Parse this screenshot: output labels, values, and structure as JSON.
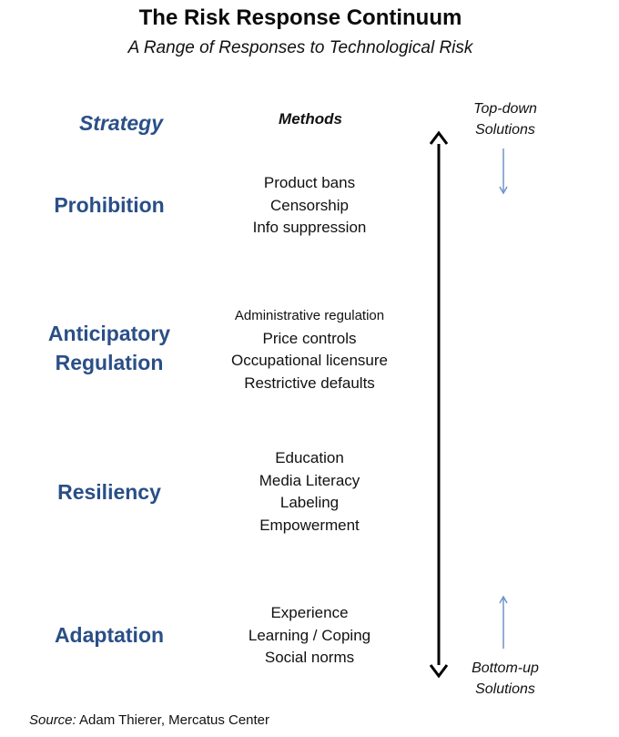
{
  "title": "The Risk Response Continuum",
  "subtitle": "A Range of Responses to Technological Risk",
  "columns": {
    "strategy": "Strategy",
    "methods": "Methods"
  },
  "rows": [
    {
      "strategy": [
        "Prohibition"
      ],
      "methods": [
        "Product bans",
        "Censorship",
        "Info suppression"
      ]
    },
    {
      "strategy": [
        "Anticipatory",
        "Regulation"
      ],
      "methods": [
        "Administrative regulation",
        "Price controls",
        "Occupational licensure",
        "Restrictive defaults"
      ]
    },
    {
      "strategy": [
        "Resiliency"
      ],
      "methods": [
        "Education",
        "Media Literacy",
        "Labeling",
        "Empowerment"
      ]
    },
    {
      "strategy": [
        "Adaptation"
      ],
      "methods": [
        "Experience",
        "Learning / Coping",
        "Social norms"
      ]
    }
  ],
  "top_label": [
    "Top-down",
    "Solutions"
  ],
  "bottom_label": [
    "Bottom-up",
    "Solutions"
  ],
  "source": {
    "prefix": "Source:",
    "text": "Adam Thierer, Mercatus Center"
  },
  "colors": {
    "strategy": "#2a4f87",
    "header": "#e00000",
    "arrow": "#000000",
    "small_arrow": "#6f94c8"
  }
}
